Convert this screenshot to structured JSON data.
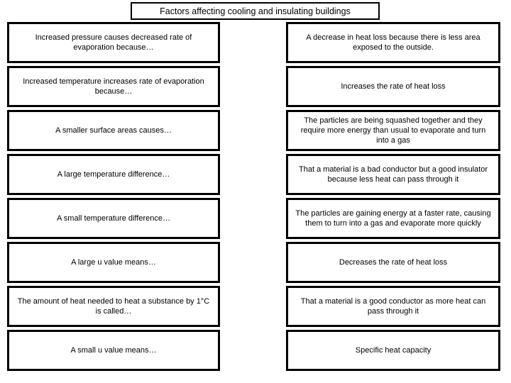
{
  "page": {
    "title": "Factors affecting cooling and insulating buildings"
  },
  "cards": {
    "left": [
      "Increased pressure causes decreased rate of evaporation because…",
      "Increased temperature increases rate of evaporation because…",
      "A smaller surface areas causes…",
      "A large temperature difference…",
      "A small temperature difference…",
      "A large u value means…",
      "The amount of heat needed to heat a substance by 1°C is called…",
      "A small u value means…"
    ],
    "right": [
      "A decrease in heat loss because there is less area exposed to the outside.",
      "Increases the rate of heat loss",
      "The particles are being squashed together and they require more energy than usual to evaporate and turn into a gas",
      "That a material is a bad conductor but a good insulator because less heat can pass through it",
      "The particles are gaining energy at a faster rate, causing them to turn into a gas and evaporate more quickly",
      "Decreases the rate of heat loss",
      "That a material is a good conductor as more heat can pass through it",
      "Specific heat capacity"
    ]
  },
  "colors": {
    "border": "#000000",
    "background": "#ffffff",
    "text": "#000000"
  }
}
